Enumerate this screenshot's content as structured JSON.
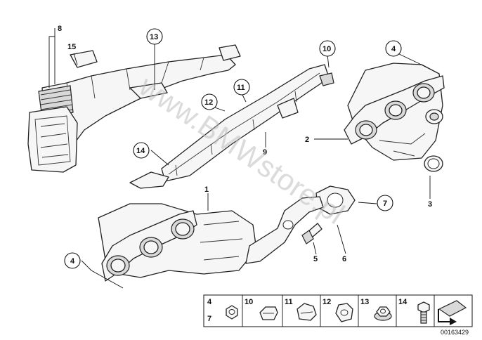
{
  "watermark": "www.BMWstore.pl",
  "drawing_number": "00163429",
  "callouts": {
    "c1": "1",
    "c2": "2",
    "c3": "3",
    "c4a": "4",
    "c4b": "4",
    "c5": "5",
    "c6": "6",
    "c7": "7",
    "c8": "8",
    "c9": "9",
    "c10": "10",
    "c11": "11",
    "c12": "12",
    "c13": "13",
    "c14": "14",
    "c15": "15"
  },
  "legend": {
    "cell1_top": "4",
    "cell1_bottom": "7",
    "cell2": "10",
    "cell3": "11",
    "cell4": "12",
    "cell5": "13",
    "cell6": "14"
  }
}
